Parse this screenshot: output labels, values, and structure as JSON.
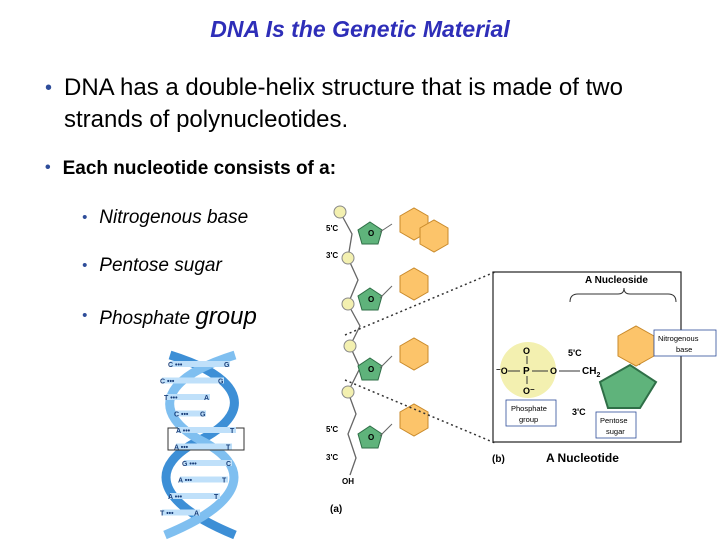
{
  "slide": {
    "title": "DNA Is the Genetic Material",
    "bullet1": "DNA has a double-helix structure that is made of two strands of polynucleotides.",
    "bullet2": "Each nucleotide consists of a:",
    "sub1": "Nitrogenous base",
    "sub2": "Pentose sugar",
    "sub3_a": "Phosphate",
    "sub3_b": "group"
  },
  "helix": {
    "pairs": [
      {
        "left": "C",
        "right": "G"
      },
      {
        "left": "C",
        "right": "G"
      },
      {
        "left": "T",
        "right": "A"
      },
      {
        "left": "C",
        "right": "G"
      },
      {
        "left": "A",
        "right": "T"
      },
      {
        "left": "A",
        "right": "T"
      },
      {
        "left": "G",
        "right": "C"
      },
      {
        "left": "A",
        "right": "T"
      },
      {
        "left": "A",
        "right": "T"
      },
      {
        "left": "T",
        "right": "A"
      }
    ]
  },
  "strand": {
    "label_5c_top": "5'C",
    "label_3c_top": "3'C",
    "label_5c_bottom": "5'C",
    "label_3c_bottom": "3'C",
    "oh": "OH",
    "o": "O",
    "panel_a": "(a)"
  },
  "nucleotide": {
    "nucleoside_label": "A Nucleoside",
    "nitrogenous_base_1": "Nitrogenous",
    "nitrogenous_base_2": "base",
    "phosphate_group_1": "Phosphate",
    "phosphate_group_2": "group",
    "pentose_sugar_1": "Pentose",
    "pentose_sugar_2": "sugar",
    "p": "P",
    "o_minus": "⁻O",
    "o_single": "O",
    "o_bottom": "O⁻",
    "label_5c": "5'C",
    "ch2": "CH",
    "ch2_sub": "2",
    "label_3c": "3'C",
    "panel_b": "(b)",
    "caption": "A Nucleotide"
  },
  "colors": {
    "title": "#2e2eb8",
    "bullet": "#2e4d9a",
    "base_hexagon": "#fcc46a",
    "sugar_pentagon": "#5fb37b",
    "phosphate_circle": "#f3f0b0",
    "helix_strand": "#3d8fd6"
  }
}
